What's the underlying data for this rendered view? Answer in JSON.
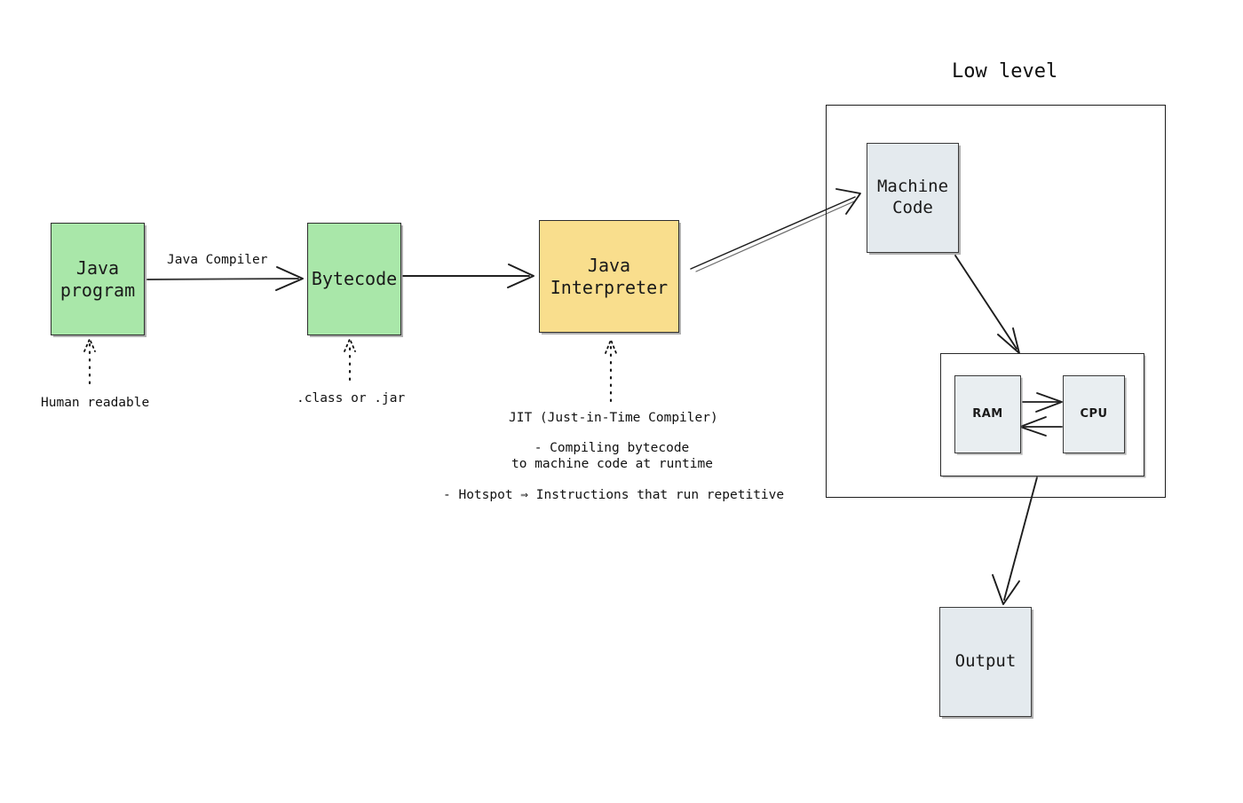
{
  "diagram": {
    "title_low_level": "Low level",
    "nodes": {
      "java_program": "Java\nprogram",
      "bytecode": "Bytecode",
      "java_interpreter": "Java\nInterpreter",
      "machine_code": "Machine\nCode",
      "ram": "RAM",
      "cpu": "CPU",
      "output": "Output"
    },
    "edge_labels": {
      "java_compiler": "Java Compiler"
    },
    "annotations": {
      "human_readable": "Human readable",
      "class_or_jar": ".class or .jar",
      "jit_title": "JIT (Just-in-Time Compiler)",
      "jit_line1": "- Compiling bytecode",
      "jit_line2": "to machine code at runtime",
      "hotspot": "- Hotspot ⇒ Instructions that run repetitive"
    },
    "colors": {
      "green_fill": "#a9e7a9",
      "yellow_fill": "#f9de8d",
      "grey_fill": "#e4eaee",
      "stroke": "#1d1d1d",
      "background": "#ffffff"
    }
  }
}
